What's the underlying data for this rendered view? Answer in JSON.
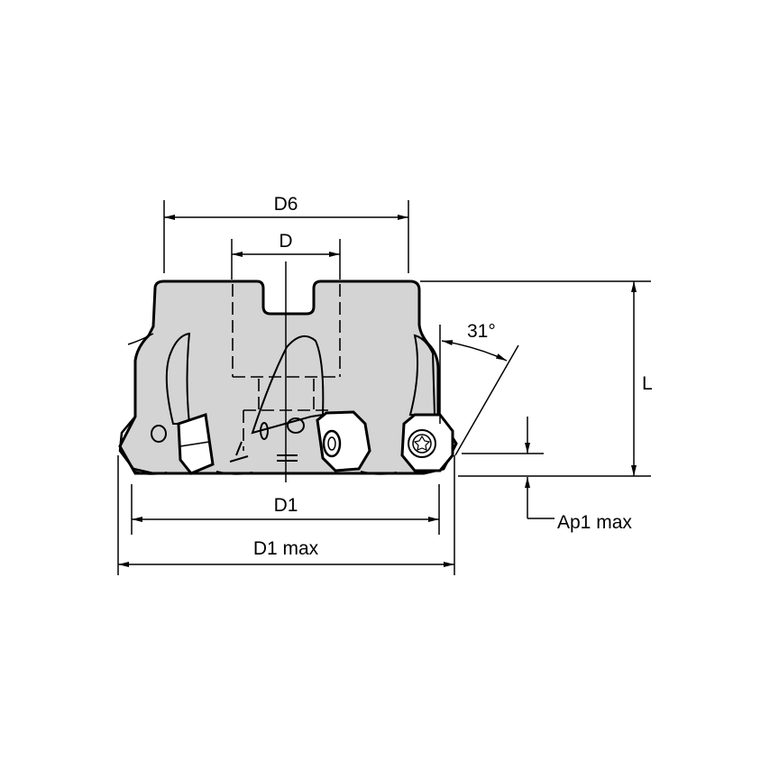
{
  "diagram": {
    "type": "technical-drawing",
    "subject": "indexable face milling cutter, side view",
    "colors": {
      "background": "#ffffff",
      "body_fill": "#d4d4d4",
      "line": "#000000",
      "insert_fill": "#ffffff"
    },
    "dimensions": {
      "D6": "D6",
      "D": "D",
      "D1": "D1",
      "D1_max": "D1 max",
      "L": "L",
      "Ap1_max": "Ap1 max",
      "angle": "31°"
    }
  }
}
